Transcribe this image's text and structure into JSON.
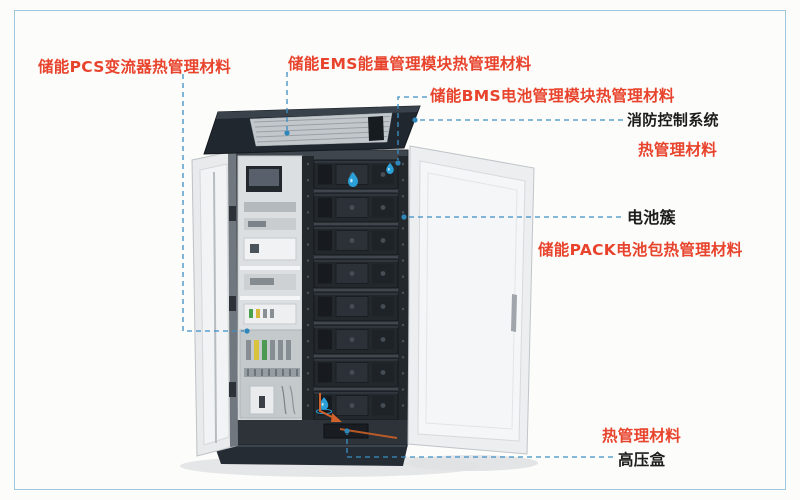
{
  "labels": {
    "pcs": "储能PCS变流器热管理材料",
    "ems": "储能EMS能量管理模块热管理材料",
    "bms": "储能BMS电池管理模块热管理材料",
    "fire_system": "消防控制系统",
    "fire_material": "热管理材料",
    "battery_cluster": "电池簇",
    "pack": "储能PACK电池包热管理材料",
    "bottom_material": "热管理材料",
    "hv_box": "高压盒"
  },
  "colors": {
    "label_red": "#e8432c",
    "label_dark": "#1c1c1c",
    "leader_line": "#3b8ec5",
    "frame_border": "#9fc8df",
    "coolant_drop": "#2ba0d8",
    "cable_orange": "#d2622b"
  },
  "icons": {
    "coolant": "water-drop-icon",
    "cable_arrow": "arrow-icon"
  }
}
